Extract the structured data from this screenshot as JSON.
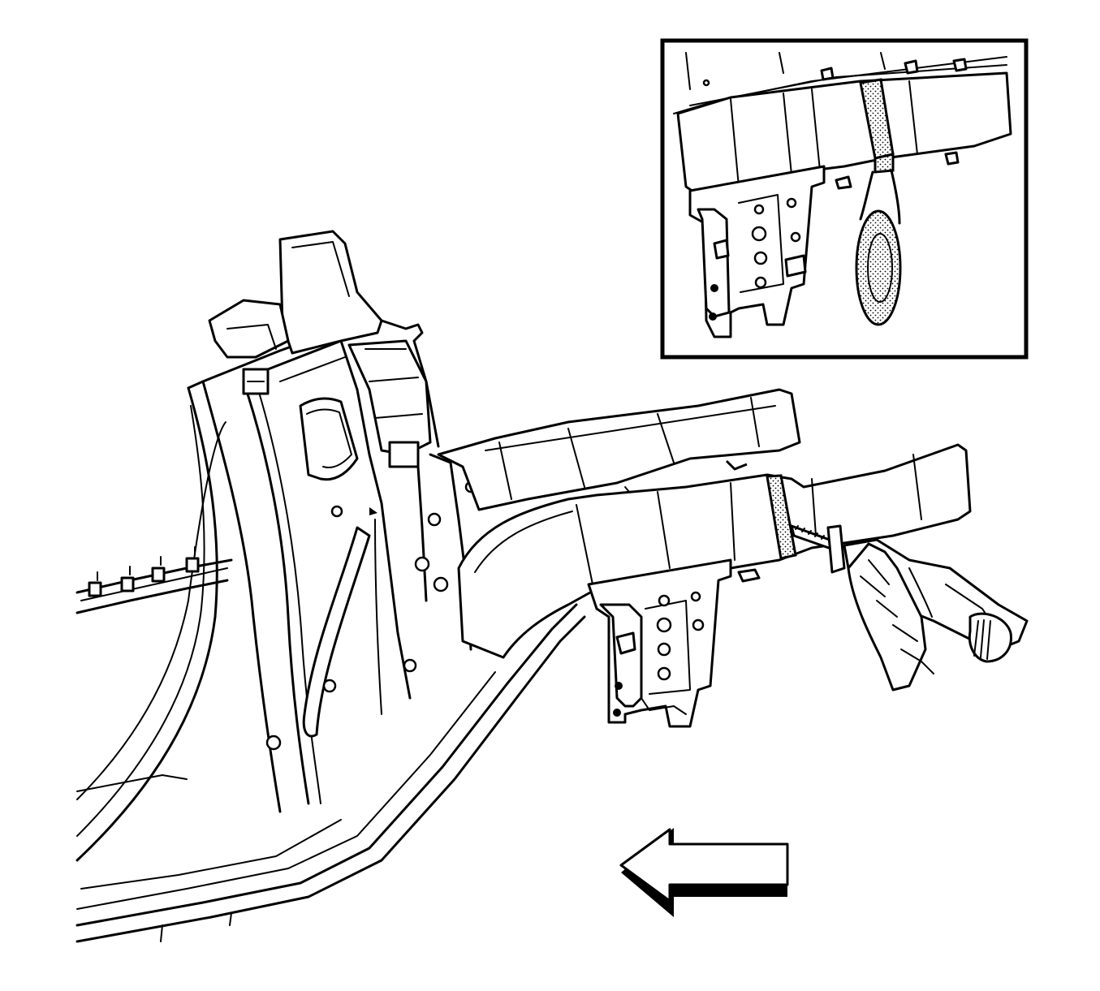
{
  "figure": {
    "inset_detail": "inset-detail",
    "direction_arrow": "left"
  },
  "colors": {
    "line": "#000000",
    "background": "#ffffff",
    "sealer": "stipple-pattern"
  },
  "icons": {
    "direction_arrow": "arrow-left-icon",
    "saw_tool": "reciprocating-saw-icon",
    "sealer_band": "stipple-band-icon"
  }
}
